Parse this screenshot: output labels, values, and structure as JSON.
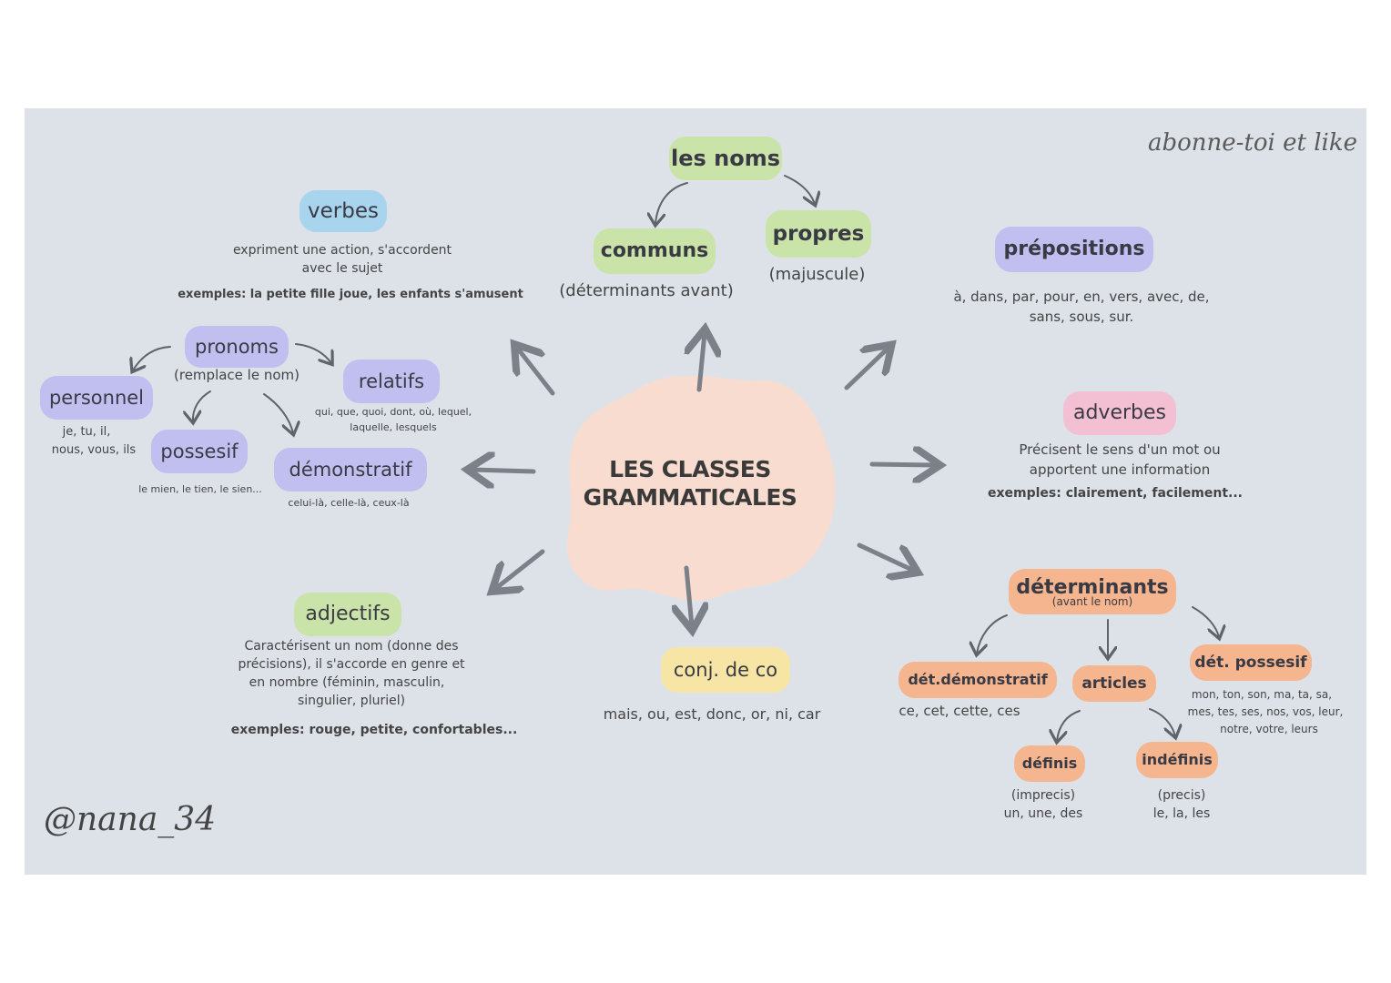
{
  "signature_top": "abonne-toi et like",
  "signature_bottom": "@nana_34",
  "center": {
    "line1": "LES CLASSES",
    "line2": "GRAMMATICALES"
  },
  "noms": {
    "title": "les noms",
    "communs": "communs",
    "communs_note": "(déterminants avant)",
    "propres": "propres",
    "propres_note": "(majuscule)"
  },
  "verbes": {
    "title": "verbes",
    "desc1": "expriment une action, s'accordent",
    "desc2": "avec le sujet",
    "example": "exemples: la petite fille joue, les enfants s'amusent"
  },
  "pronoms": {
    "title": "pronoms",
    "note": "(remplace le nom)",
    "personnel": "personnel",
    "personnel_ex1": "je, tu, il,",
    "personnel_ex2": "nous, vous, ils",
    "possesif": "possesif",
    "possesif_ex": "le mien, le tien, le sien...",
    "relatifs": "relatifs",
    "relatifs_ex1": "qui, que, quoi, dont, où, lequel,",
    "relatifs_ex2": "laquelle, lesquels",
    "demonstratif": "démonstratif",
    "demonstratif_ex": "celui-là, celle-là, ceux-là"
  },
  "adjectifs": {
    "title": "adjectifs",
    "desc1": "Caractérisent un nom (donne des",
    "desc2": "précisions), il s'accorde en genre et",
    "desc3": "en nombre (féminin, masculin,",
    "desc4": "singulier, pluriel)",
    "example": "exemples: rouge, petite, confortables..."
  },
  "conj": {
    "title": "conj. de co",
    "list": "mais, ou, est, donc, or, ni, car"
  },
  "prepositions": {
    "title": "prépositions",
    "list1": "à, dans, par, pour, en, vers, avec, de,",
    "list2": "sans, sous, sur."
  },
  "adverbes": {
    "title": "adverbes",
    "desc1": "Précisent le sens d'un mot ou",
    "desc2": "apportent une information",
    "example": "exemples: clairement, facilement..."
  },
  "determinants": {
    "title": "déterminants",
    "note": "(avant le nom)",
    "demonstratif": "dét.démonstratif",
    "demonstratif_ex": "ce, cet, cette, ces",
    "articles": "articles",
    "possessif": "dét. possesif",
    "possessif_ex1": "mon, ton, son, ma, ta, sa,",
    "possessif_ex2": "mes, tes, ses, nos, vos, leur,",
    "possessif_ex3": "notre, votre, leurs",
    "definis": "définis",
    "definis_note": "(imprecis)",
    "definis_ex": "un, une, des",
    "indefinis": "indéfinis",
    "indefinis_note": "(precis)",
    "indefinis_ex": "le, la, les"
  },
  "colors": {
    "board": "#dde2e9",
    "arrow": "#7c8089",
    "blob": "#f8dccf",
    "green": "#c9e3a8",
    "blue": "#a8d4ee",
    "purple": "#c0bff0",
    "pink": "#f2c0d2",
    "orange": "#f5b58f",
    "yellow": "#f7e5a6"
  }
}
